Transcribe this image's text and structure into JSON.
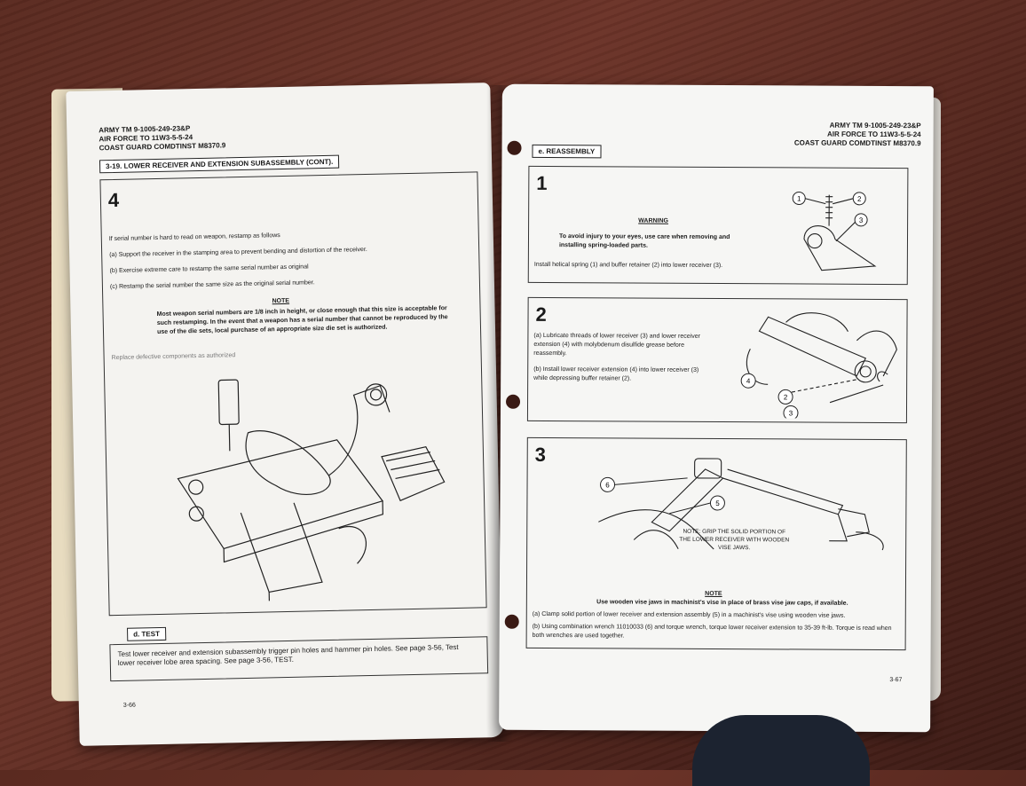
{
  "left_page": {
    "header": [
      "ARMY TM 9-1005-249-23&P",
      "AIR FORCE TO 11W3-5-5-24",
      "COAST GUARD COMDTINST M8370.9"
    ],
    "section_title": "3-19. LOWER RECEIVER AND EXTENSION SUBASSEMBLY (CONT).",
    "step_number": "4",
    "intro": "If serial number is hard to read on weapon, restamp as follows",
    "items": [
      "(a) Support the receiver in the stamping area to prevent bending and distortion of the receiver.",
      "(b) Exercise extreme care to restamp the same serial number as original",
      "(c) Restamp the serial number the same size as the original serial number."
    ],
    "note_label": "NOTE",
    "note_text": "Most weapon serial numbers are 1/8 inch in height, or close enough that this size is acceptable for such restamping. In the event that a weapon has a serial number that cannot be reproduced by the use of the die sets, local purchase of an appropriate size die set is authorized.",
    "replace_text": "Replace defective components as authorized",
    "test_tab": "d. TEST",
    "test_text": "Test lower receiver and extension subassembly trigger pin holes and hammer pin holes. See page 3-56, Test lower receiver lobe area spacing. See page 3-56, TEST.",
    "page_number": "3-66"
  },
  "right_page": {
    "header": [
      "ARMY TM 9-1005-249-23&P",
      "AIR FORCE TO 11W3-5-5-24",
      "COAST GUARD COMDTINST M8370.9"
    ],
    "section_tab": "e. REASSEMBLY",
    "step1": {
      "number": "1",
      "warning_label": "WARNING",
      "warning_text": "To avoid injury to your eyes, use care when removing and installing spring-loaded parts.",
      "instruction": "Install helical spring (1) and buffer retainer (2) into lower receiver (3).",
      "callouts": [
        "1",
        "2",
        "3"
      ]
    },
    "step2": {
      "number": "2",
      "items": [
        "(a) Lubricate threads of lower receiver (3) and lower receiver extension (4) with molybdenum disulfide grease before reassembly.",
        "(b) Install lower receiver extension (4) into lower receiver (3) while depressing buffer retainer (2)."
      ],
      "callouts": [
        "4",
        "2",
        "3"
      ]
    },
    "step3": {
      "number": "3",
      "callouts": [
        "6",
        "5"
      ],
      "figure_note": "NOTE: GRIP THE SOLID PORTION OF THE LOWER RECEIVER WITH WOODEN VISE JAWS.",
      "note_label": "NOTE",
      "note_text": "Use wooden vise jaws in machinist's vise in place of brass vise jaw caps, if available.",
      "items": [
        "(a) Clamp solid portion of lower receiver and extension assembly (5) in a machinist's vise using wooden vise jaws.",
        "(b) Using combination wrench 11010033 (6) and torque wrench, torque lower receiver extension to 35-39 ft-lb. Torque is read when both wrenches are used together."
      ]
    },
    "page_number": "3-67"
  },
  "colors": {
    "table": "#5a2a20",
    "paper": "#f4f3f0",
    "ink": "#1a1a1a"
  }
}
